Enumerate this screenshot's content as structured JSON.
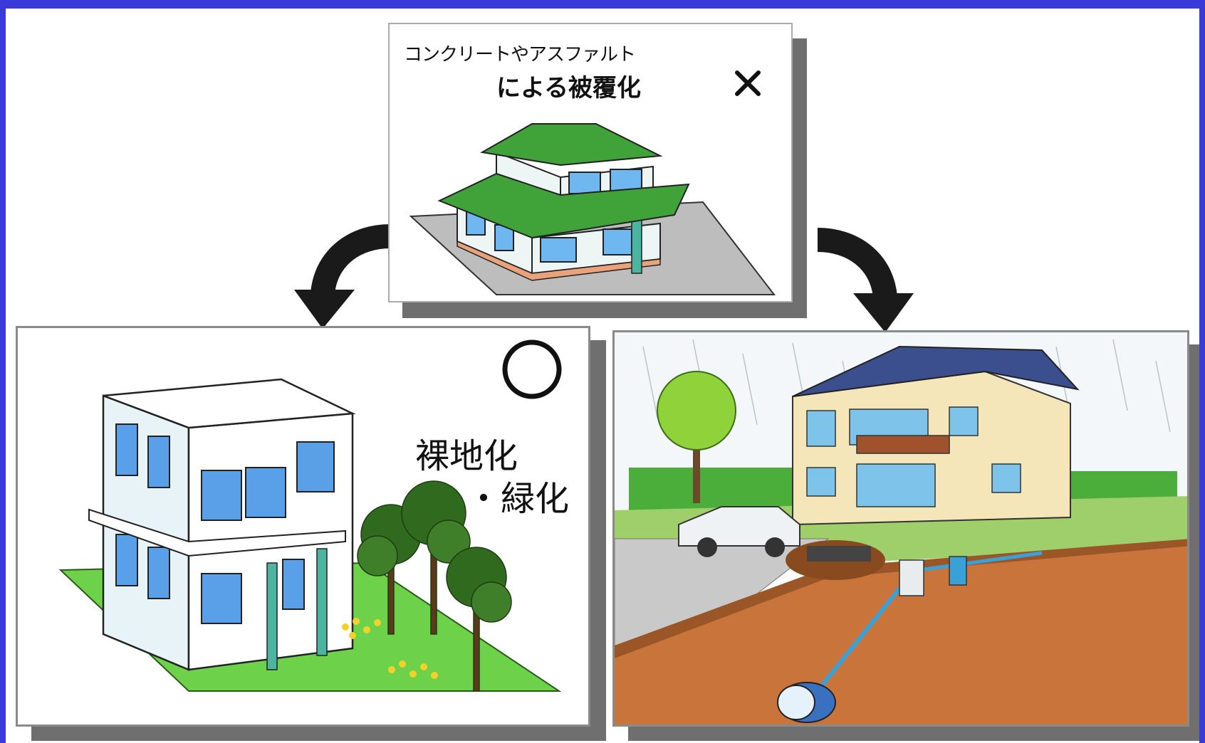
{
  "top_panel": {
    "label_line1": "コンクリートやアスファルト",
    "label_line2": "による被覆化",
    "mark": "×"
  },
  "left_panel": {
    "label_line1": "裸地化",
    "label_line2": "・緑化",
    "mark": "○"
  },
  "right_panel": {
    "scene": "rain-infiltration-house-illustration"
  },
  "icons": [
    "cross-mark-icon",
    "circle-mark-icon",
    "curved-arrow-left-icon",
    "curved-arrow-right-icon"
  ],
  "colors": {
    "frame": "#3a3ad8",
    "roof_green": "#3fa33a",
    "window_blue": "#6fb7f0",
    "lawn_green": "#6dd24a",
    "soil_brown": "#c8743a",
    "arrow": "#1a1a1a"
  }
}
